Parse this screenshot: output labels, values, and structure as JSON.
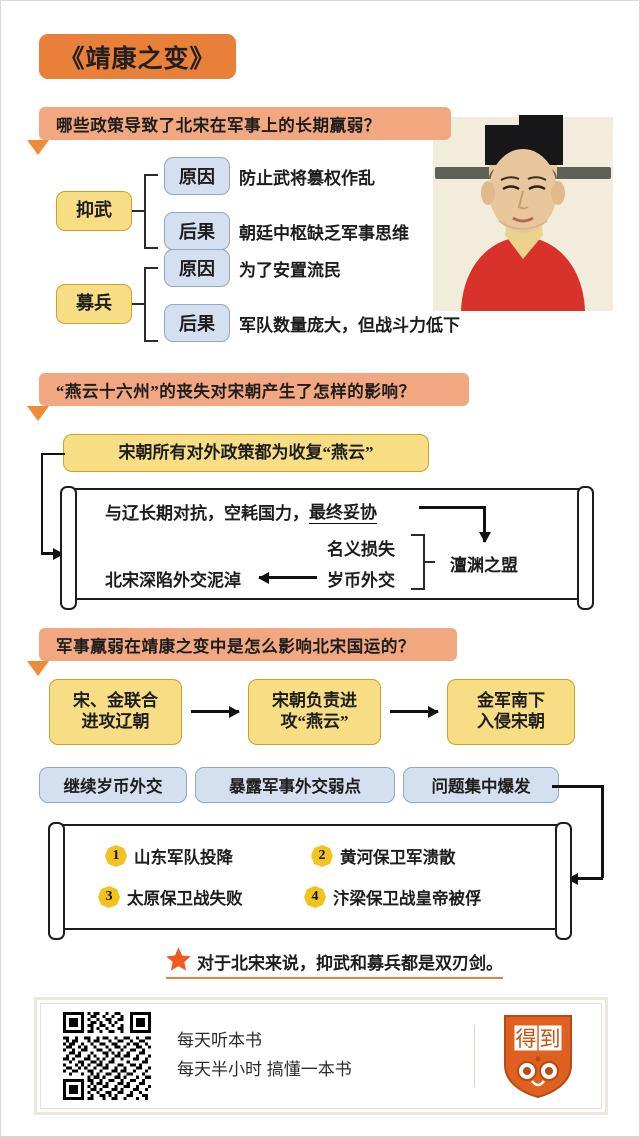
{
  "document": {
    "title": "《靖康之变》",
    "title_bg": "#E8803A",
    "band_bg": "#F1A881",
    "yellow_node_bg": "#F7DE85",
    "blue_node_bg": "#D4E0EF"
  },
  "sections": [
    {
      "question": "哪些政策导致了北宋在军事上的长期羸弱？",
      "branches": [
        {
          "topic": "抑武",
          "rows": [
            {
              "tag": "原因",
              "text": "防止武将篡权作乱"
            },
            {
              "tag": "后果",
              "text": "朝廷中枢缺乏军事思维"
            }
          ]
        },
        {
          "topic": "募兵",
          "rows": [
            {
              "tag": "原因",
              "text": "为了安置流民"
            },
            {
              "tag": "后果",
              "text": "军队数量庞大，但战斗力低下"
            }
          ]
        }
      ]
    },
    {
      "question": "“燕云十六州”的丧失对宋朝产生了怎样的影响？",
      "lead_node": "宋朝所有对外政策都为收复“燕云”",
      "scroll": {
        "line1": "与辽长期对抗，空耗国力，最终妥协",
        "item_a": "名义损失",
        "item_b": "岁币外交",
        "result": "澶渊之盟",
        "outcome": "北宋深陷外交泥淖"
      }
    },
    {
      "question": "军事羸弱在靖康之变中是怎么影响北宋国运的？",
      "flow": [
        "宋、金联合\n进攻辽朝",
        "宋朝负责进\n攻“燕云”",
        "金军南下\n入侵宋朝"
      ],
      "stage2": [
        "继续岁币外交",
        "暴露军事外交弱点",
        "问题集中爆发"
      ],
      "outcomes": [
        {
          "num": "1",
          "text": "山东军队投降"
        },
        {
          "num": "2",
          "text": "黄河保卫军溃散"
        },
        {
          "num": "3",
          "text": "太原保卫战失败"
        },
        {
          "num": "4",
          "text": "汴梁保卫战皇帝被俘"
        }
      ]
    }
  ],
  "conclusion": {
    "star": "★",
    "text": "对于北宋来说，抑武和募兵都是双刃剑。",
    "underline_color": "#D9863F"
  },
  "footer": {
    "line1": "每天听本书",
    "line2": "每天半小时 搞懂一本书",
    "logo_text_1": "得",
    "logo_text_2": "到",
    "logo_color": "#E0601F"
  }
}
